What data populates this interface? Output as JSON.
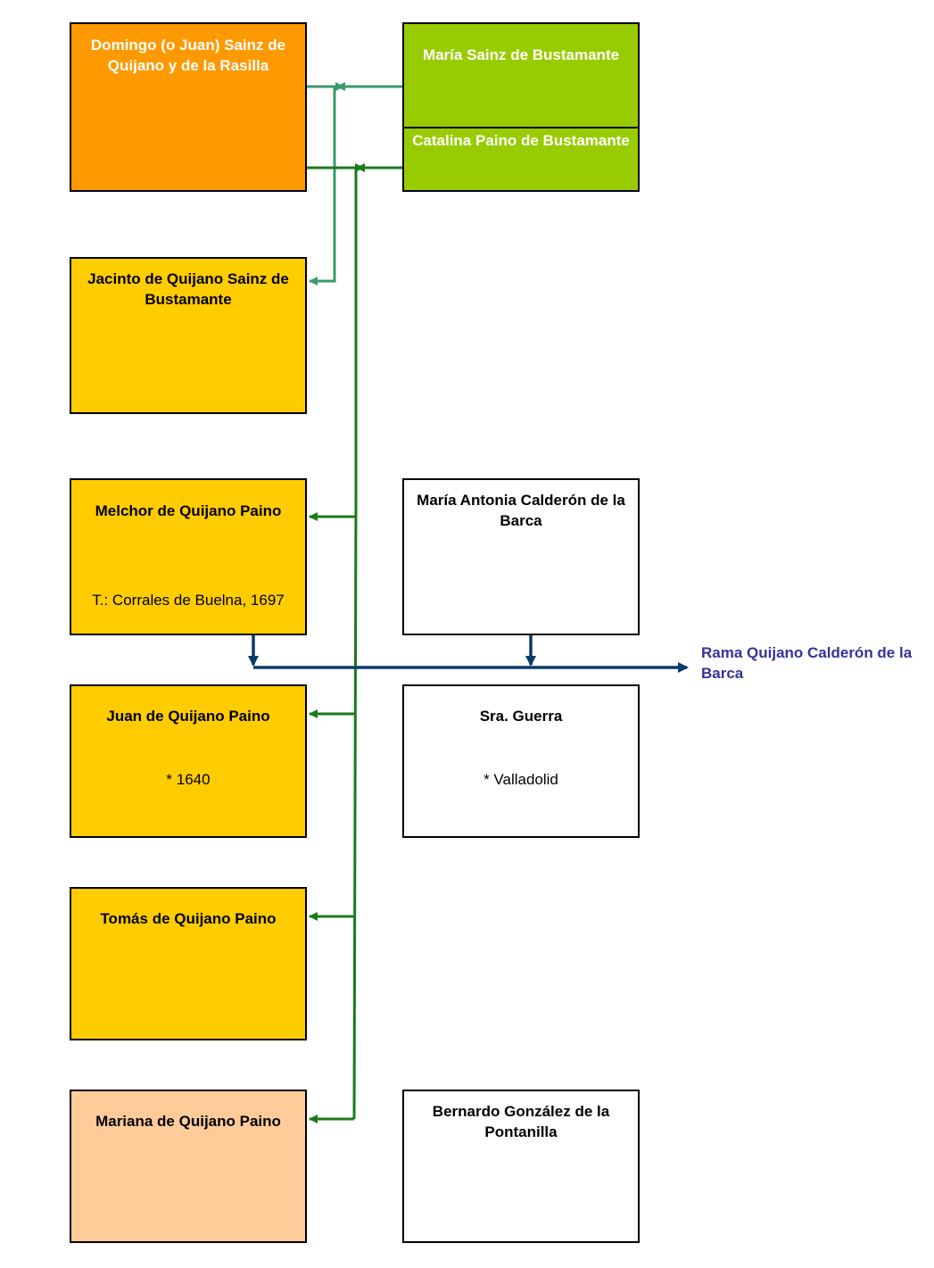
{
  "colors": {
    "orange": "#ff9900",
    "green": "#99cc00",
    "yellow": "#ffcc00",
    "peach": "#ffcc99",
    "line_green": "#1a7a1a",
    "line_teal": "#3a9a6a",
    "line_navy": "#0a3a6a",
    "branch_text": "#333399"
  },
  "persons": {
    "domingo": {
      "name": "Domingo (o Juan) Sainz de Quijano y de la Rasilla"
    },
    "maria_sainz": {
      "name": "María Sainz de Bustamante"
    },
    "catalina": {
      "name": "Catalina Paino de Bustamante"
    },
    "jacinto": {
      "name": "Jacinto de Quijano Sainz de Bustamante"
    },
    "melchor": {
      "name": "Melchor de Quijano Paino",
      "note": "T.: Corrales de Buelna, 1697"
    },
    "maria_antonia": {
      "name": "María Antonia Calderón de la Barca"
    },
    "juan": {
      "name": "Juan de Quijano Paino",
      "note": "* 1640"
    },
    "sra_guerra": {
      "name": "Sra. Guerra",
      "note": "* Valladolid"
    },
    "tomas": {
      "name": "Tomás de Quijano Paino"
    },
    "mariana": {
      "name": "Mariana de Quijano Paino"
    },
    "bernardo": {
      "name": "Bernardo González de la Pontanilla"
    }
  },
  "branch_label": "Rama Quijano Calderón de la Barca"
}
